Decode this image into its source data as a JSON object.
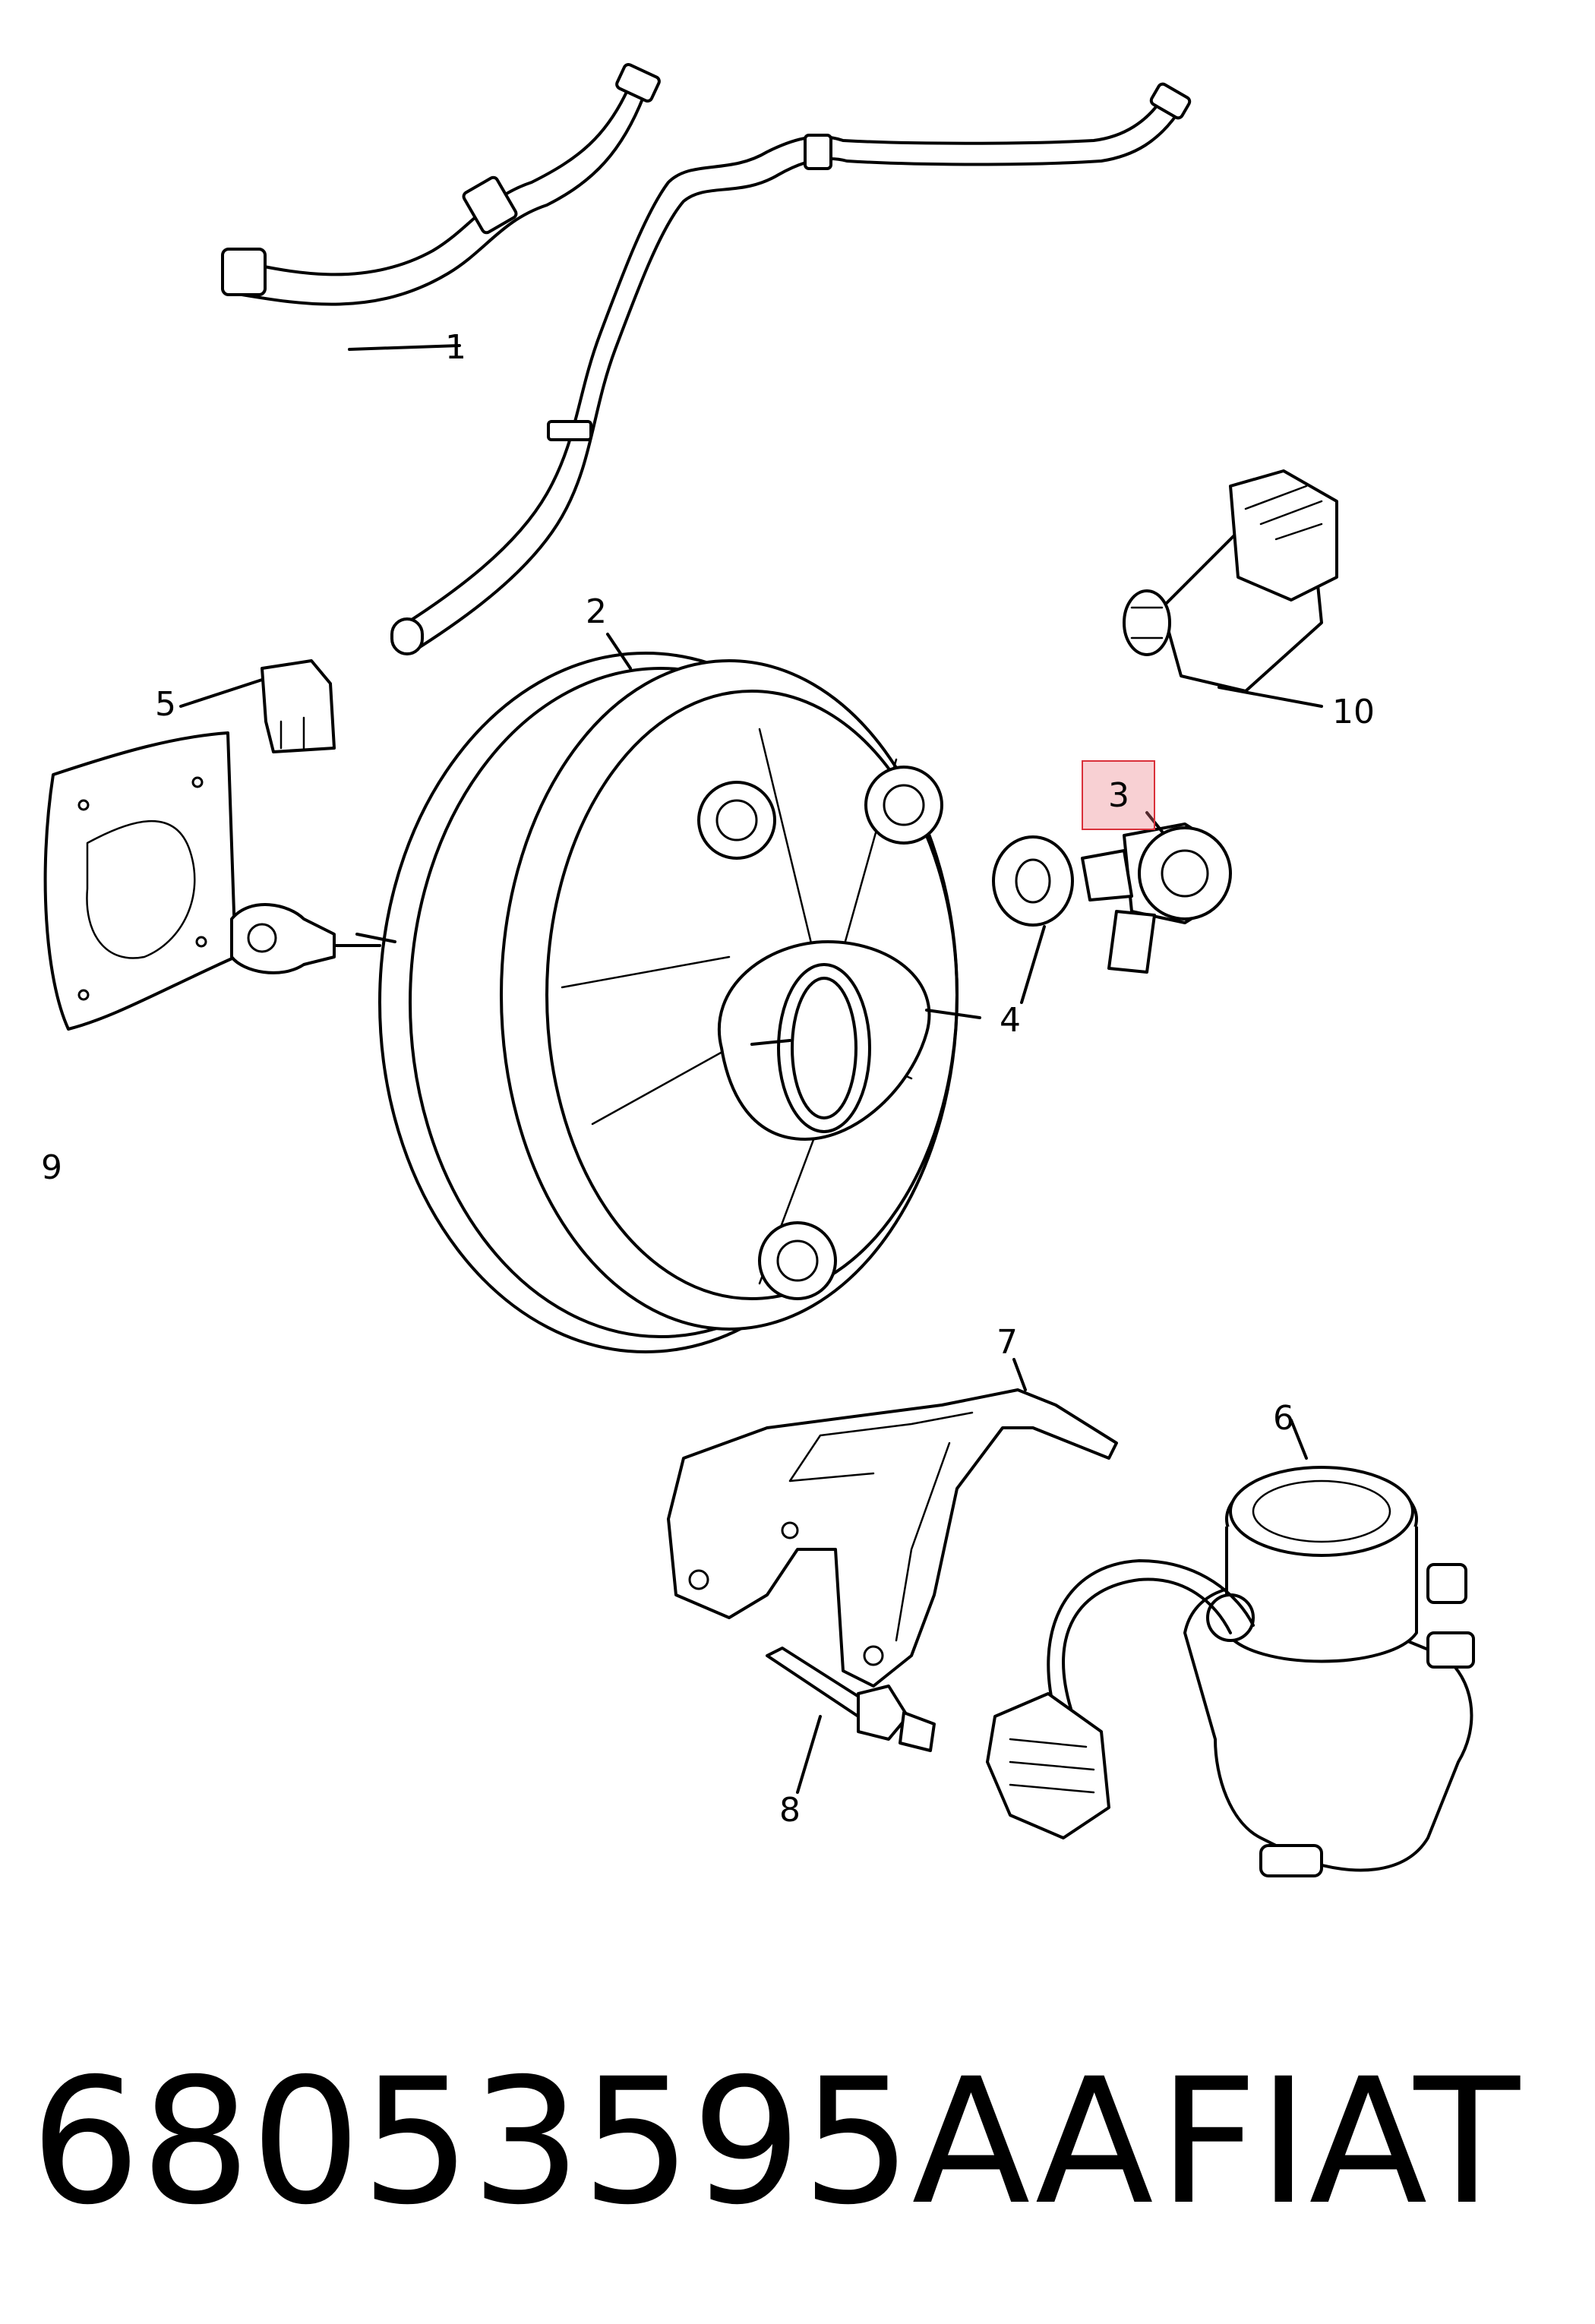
{
  "callouts": [
    "1",
    "2",
    "3",
    "4",
    "5",
    "6",
    "7",
    "8",
    "9",
    "10"
  ],
  "highlighted_callout": "3",
  "part_number": "68053595AA",
  "brand": "FIAT",
  "colors": {
    "line": "#000000",
    "background": "#ffffff",
    "highlight_stroke": "#d9303a",
    "highlight_fill": "#f2bcc0"
  }
}
